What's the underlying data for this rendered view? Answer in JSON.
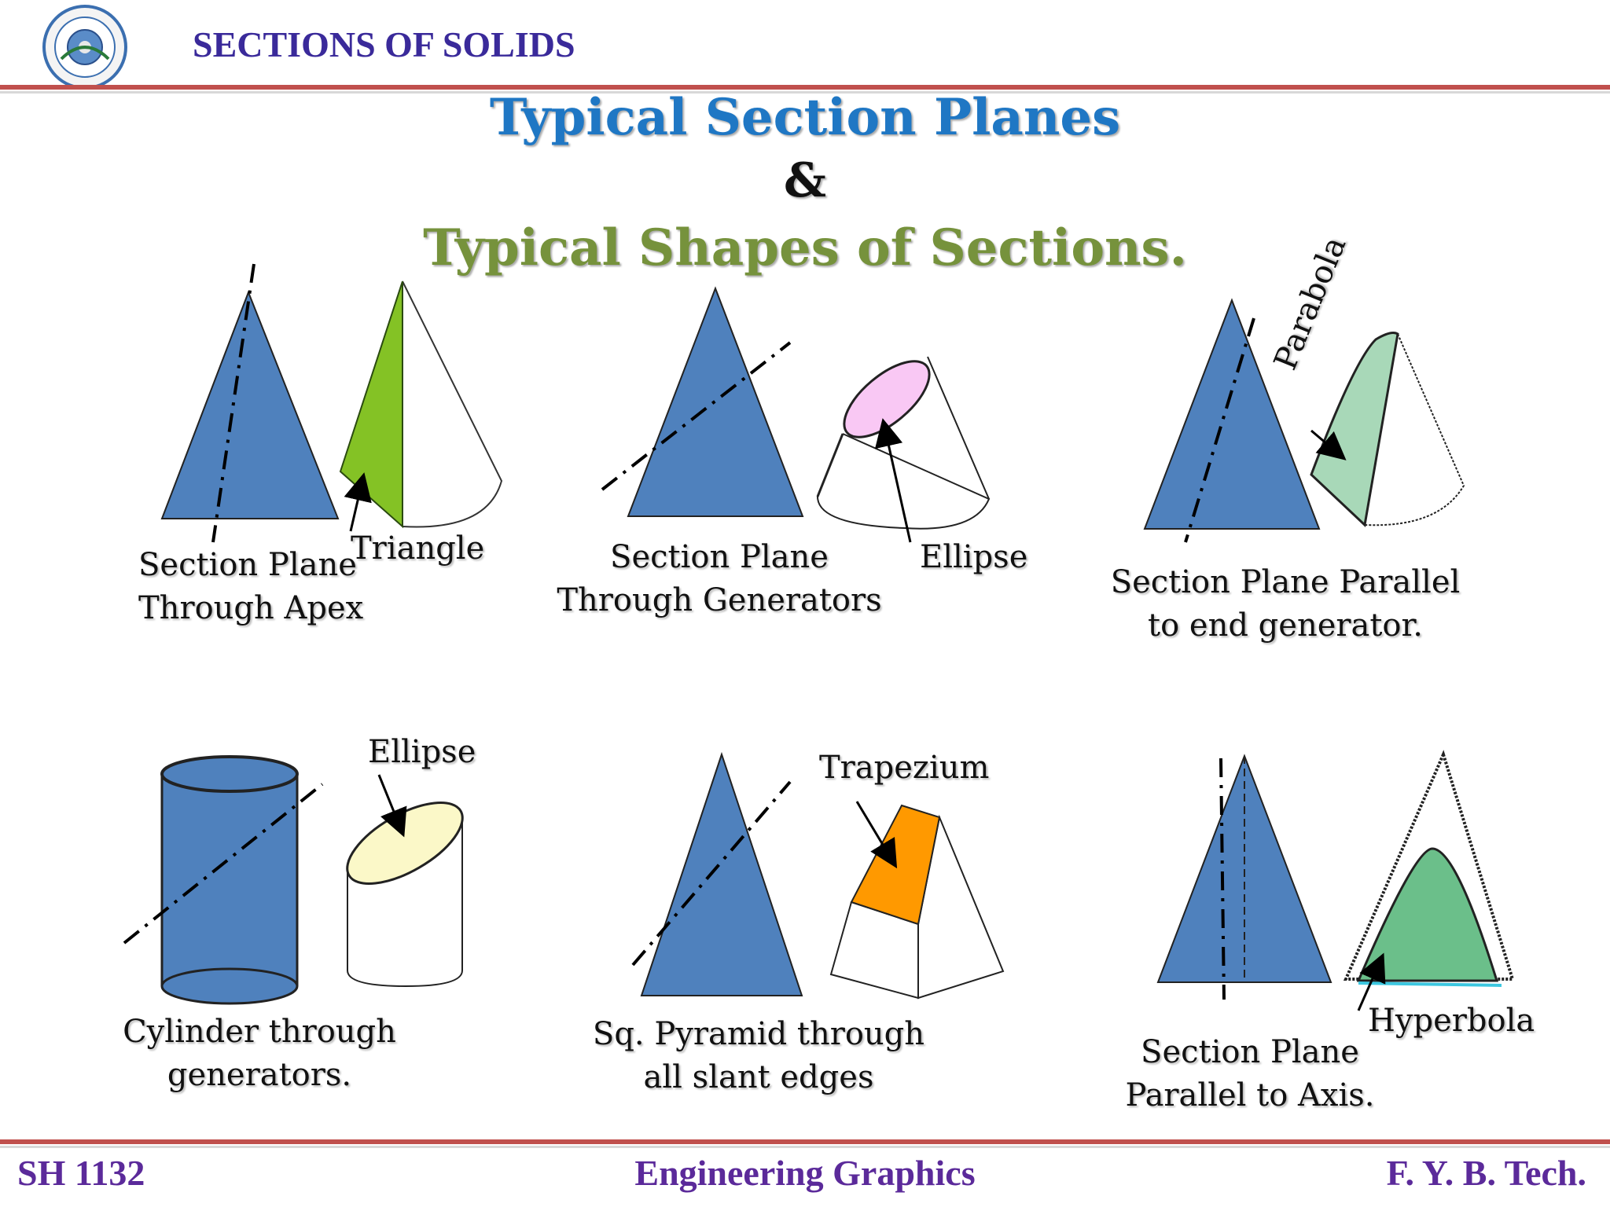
{
  "header": {
    "title": "SECTIONS OF SOLIDS"
  },
  "title": {
    "line1": "Typical Section Planes",
    "line2": "&",
    "line3": "Typical Shapes  of  Sections."
  },
  "figures": {
    "apex": {
      "caption_line1": "Section Plane",
      "caption_line2": "Through Apex",
      "shape_label": "Triangle"
    },
    "generators": {
      "caption_line1": "Section Plane",
      "caption_line2": "Through Generators",
      "shape_label": "Ellipse"
    },
    "parallel_generator": {
      "caption_line1": "Section Plane Parallel",
      "caption_line2": "to end generator.",
      "shape_label": "Parabola"
    },
    "cylinder": {
      "caption_line1": "Cylinder through",
      "caption_line2": "generators.",
      "shape_label": "Ellipse"
    },
    "pyramid": {
      "caption_line1": "Sq. Pyramid through",
      "caption_line2": "all slant edges",
      "shape_label": "Trapezium"
    },
    "axis": {
      "caption_line1": "Section Plane",
      "caption_line2": "Parallel to Axis.",
      "shape_label": "Hyperbola"
    }
  },
  "colors": {
    "solid_blue": "#4f81bd",
    "triangle_green": "#84c225",
    "ellipse_pink": "#f9c8f4",
    "parabola_green": "#a8d8b8",
    "ellipse_yellow": "#fbf8c8",
    "trapezium_orange": "#ff9900",
    "hyperbola_green": "#6bbf8a",
    "rule_red": "#c0504d"
  },
  "footer": {
    "left": "SH 1132",
    "center": "Engineering Graphics",
    "right": "F. Y.  B. Tech."
  }
}
